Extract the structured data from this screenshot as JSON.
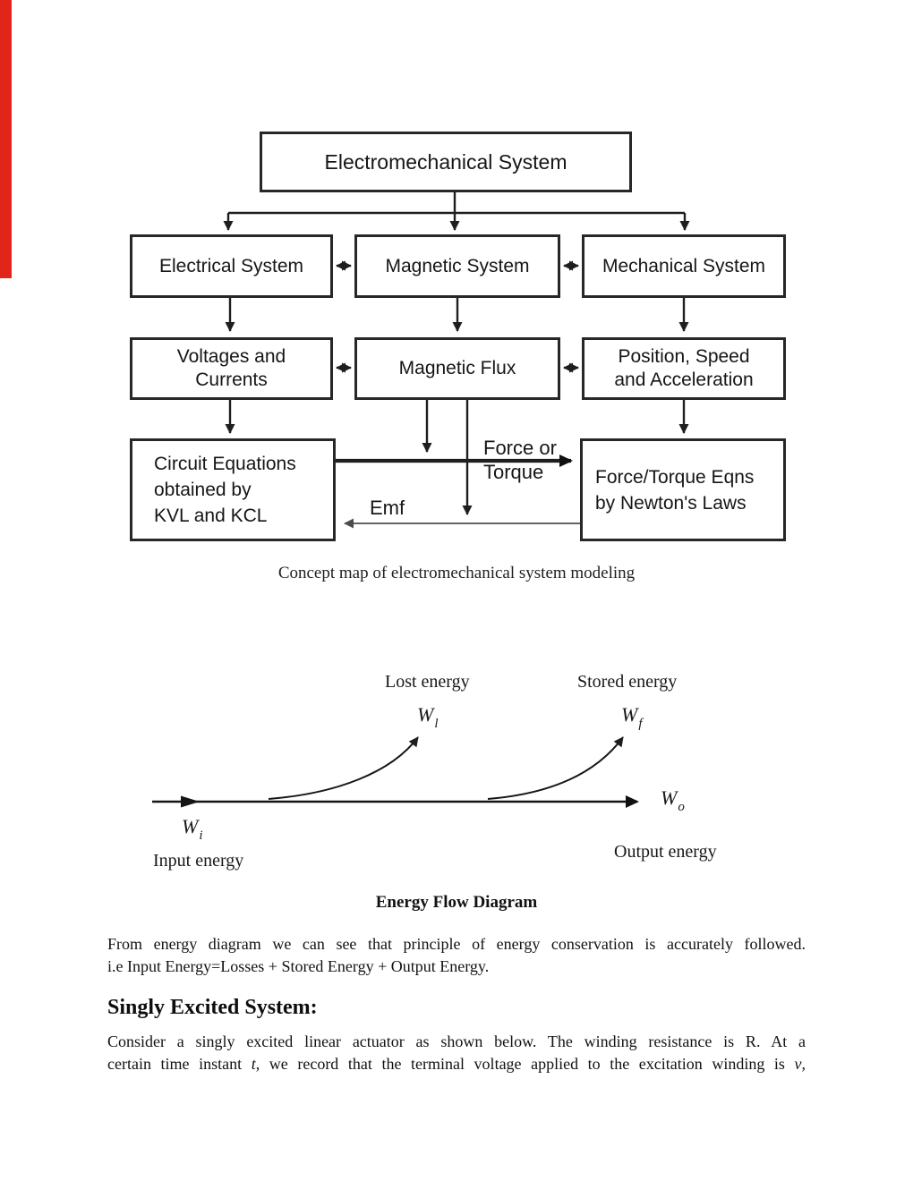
{
  "page": {
    "red_bar_color": "#e1251b"
  },
  "flowchart": {
    "caption": "Concept map of electromechanical system modeling",
    "boxes": {
      "top": {
        "label": "Electromechanical System"
      },
      "electrical": {
        "label": "Electrical System"
      },
      "magnetic": {
        "label": "Magnetic System"
      },
      "mechanical": {
        "label": "Mechanical System"
      },
      "voltages": {
        "line1": "Voltages and",
        "line2": "Currents"
      },
      "flux": {
        "label": "Magnetic Flux"
      },
      "position": {
        "line1": "Position, Speed",
        "line2": "and Acceleration"
      },
      "circuit": {
        "line1": "Circuit Equations",
        "line2": "obtained by",
        "line3": "KVL and KCL"
      },
      "newton": {
        "line1": "Force/Torque Eqns",
        "line2": "by Newton's Laws"
      }
    },
    "edge_labels": {
      "force_line1": "Force or",
      "force_line2": "Torque",
      "emf": "Emf"
    }
  },
  "energy_diagram": {
    "caption": "Energy Flow Diagram",
    "labels": {
      "lost": "Lost energy",
      "stored": "Stored energy",
      "input": "Input energy",
      "output": "Output energy",
      "wl": {
        "base": "W",
        "sub": "l"
      },
      "wf": {
        "base": "W",
        "sub": "f"
      },
      "wi": {
        "base": "W",
        "sub": "i"
      },
      "wo": {
        "base": "W",
        "sub": "o"
      }
    }
  },
  "body": {
    "para1_line1": "From energy diagram we can see that principle of energy conservation is accurately followed.",
    "para1_line2": "i.e Input Energy=Losses + Stored Energy + Output Energy.",
    "heading": "Singly Excited System:",
    "para2_line1": "Consider a singly excited linear actuator as shown below. The winding resistance is R. At a",
    "para2_line2": {
      "a": "certain time instant ",
      "t": "t",
      "b": ", we record that the terminal voltage applied to the excitation winding is ",
      "v": "v",
      "c": ","
    }
  }
}
